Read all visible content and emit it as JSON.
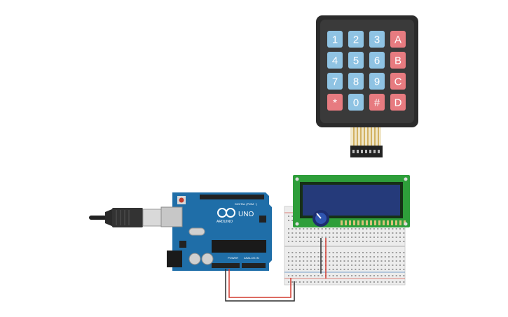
{
  "keypad": {
    "keys": [
      {
        "label": "1",
        "color": "#8fc3e3"
      },
      {
        "label": "2",
        "color": "#8fc3e3"
      },
      {
        "label": "3",
        "color": "#8fc3e3"
      },
      {
        "label": "A",
        "color": "#e77b80"
      },
      {
        "label": "4",
        "color": "#8fc3e3"
      },
      {
        "label": "5",
        "color": "#8fc3e3"
      },
      {
        "label": "6",
        "color": "#8fc3e3"
      },
      {
        "label": "B",
        "color": "#e77b80"
      },
      {
        "label": "7",
        "color": "#8fc3e3"
      },
      {
        "label": "8",
        "color": "#8fc3e3"
      },
      {
        "label": "9",
        "color": "#8fc3e3"
      },
      {
        "label": "C",
        "color": "#e77b80"
      },
      {
        "label": "*",
        "color": "#e77b80"
      },
      {
        "label": "0",
        "color": "#8fc3e3"
      },
      {
        "label": "#",
        "color": "#e77b80"
      },
      {
        "label": "D",
        "color": "#e77b80"
      }
    ],
    "body_color": "#2b2b2b"
  },
  "arduino": {
    "brand": "ARDUINO",
    "model": "UNO",
    "digital_label": "DIGITAL (PWM ~)",
    "power_label": "POWER",
    "analog_label": "ANALOG IN",
    "board_color": "#1f6ea8"
  },
  "lcd": {
    "board_color": "#2e9e3a",
    "screen_color": "#253a7a"
  },
  "wires": {
    "ground_color": "#2b2b2b",
    "power_color": "#d23a2e"
  }
}
